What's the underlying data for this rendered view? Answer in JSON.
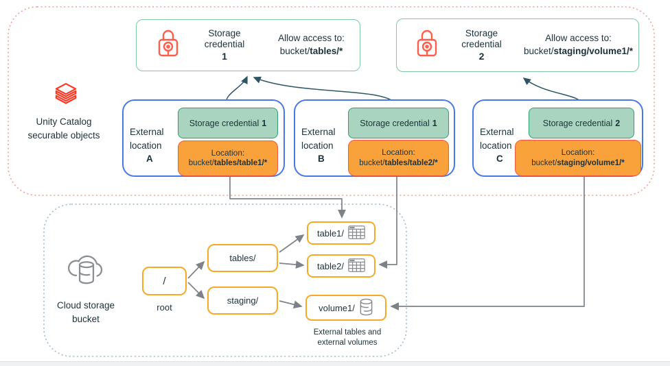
{
  "palette": {
    "green_fill": "#a9d4c0",
    "green_border": "#2aa06e",
    "green_border_light": "#7dc9a4",
    "orange_fill": "#f9a23c",
    "orange_border": "#f2573f",
    "amber_border": "#f7a827",
    "blue_border": "#4678e8",
    "red_dotted_border": "#f0a198",
    "blue_dotted_border": "#9cb9c9",
    "lock_red": "#ff5c49",
    "logo_red": "#ff3621",
    "arrow_gray": "#7c8287",
    "arrow_slate": "#2e5566",
    "text": "#1b3139"
  },
  "unity": {
    "icon": "unity-stack-icon",
    "label_line1": "Unity Catalog",
    "label_line2": "securable objects",
    "credentials": [
      {
        "icon": "lock-icon",
        "title_line1": "Storage",
        "title_line2": "credential",
        "number": "1",
        "allow_line": "Allow access to:",
        "path_prefix": "bucket/",
        "path_bold": "tables/*"
      },
      {
        "icon": "lock-icon",
        "title_line1": "Storage",
        "title_line2": "credential",
        "number": "2",
        "allow_line": "Allow access to:",
        "path_prefix": "bucket/",
        "path_bold": "staging/volume1/*"
      }
    ],
    "locations": [
      {
        "label_line1": "External",
        "label_line2": "location",
        "letter": "A",
        "cred_label": "Storage credential",
        "cred_number": "1",
        "loc_label": "Location:",
        "path_prefix": "bucket/",
        "path_bold": "tables/table1/*"
      },
      {
        "label_line1": "External",
        "label_line2": "location",
        "letter": "B",
        "cred_label": "Storage credential",
        "cred_number": "1",
        "loc_label": "Location:",
        "path_prefix": "bucket/",
        "path_bold": "tables/table2/*"
      },
      {
        "label_line1": "External",
        "label_line2": "location",
        "letter": "C",
        "cred_label": "Storage credential",
        "cred_number": "2",
        "loc_label": "Location:",
        "path_prefix": "bucket/",
        "path_bold": "staging/volume1/*"
      }
    ]
  },
  "bucket": {
    "icon": "cloud-bucket-icon",
    "label_line1": "Cloud storage",
    "label_line2": "bucket",
    "root_label": "/",
    "root_caption": "root",
    "folder_tables": "tables/",
    "folder_staging": "staging/",
    "leaf_table1": "table1/",
    "leaf_table2": "table2/",
    "leaf_volume1": "volume1/",
    "table_icon": "table-icon",
    "volume_icon": "volume-icon",
    "caption_line1": "External tables and",
    "caption_line2": "external volumes"
  }
}
